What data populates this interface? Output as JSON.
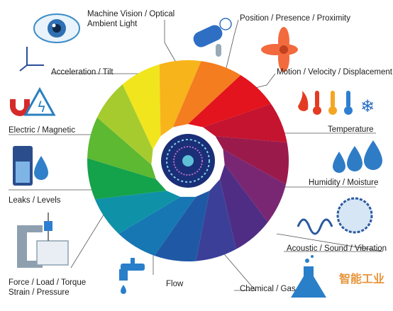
{
  "labels": {
    "machine_vision": "Machine Vision / Optical\nAmbient Light",
    "position": "Position / Presence / Proximity",
    "acceleration": "Acceleration / Tilt",
    "motion": "Motion / Velocity / Displacement",
    "electric": "Electric / Magnetic",
    "temperature": "Temperature",
    "humidity": "Humidity / Moisture",
    "leaks": "Leaks / Levels",
    "acoustic": "Acoustic / Sound / Vibration",
    "force": "Force / Load / Torque\nStrain / Pressure",
    "flow": "Flow",
    "chemical": "Chemical / Gas"
  },
  "wheel_colors": [
    "#e3141d",
    "#c5142f",
    "#9b1a4c",
    "#7a2773",
    "#4f2d84",
    "#3b3f97",
    "#1f59a6",
    "#1677b3",
    "#0f92a8",
    "#14a24a",
    "#5db832",
    "#a6cb2e",
    "#f1e51d",
    "#f8b41b",
    "#f47d20"
  ],
  "watermark": "智能工业"
}
